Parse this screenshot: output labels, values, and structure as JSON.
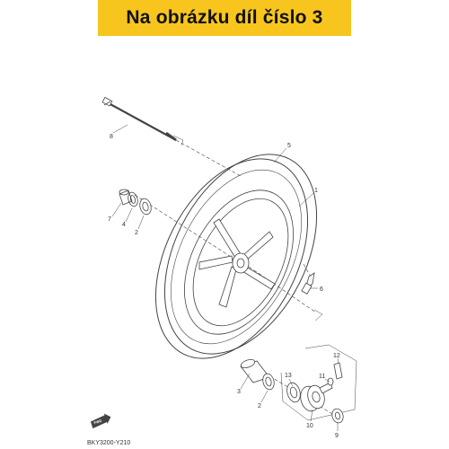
{
  "banner": {
    "text": "Na obrázku díl číslo 3",
    "color": "#f7c51e"
  },
  "diagram_code": "BKY3200-Y210",
  "fwd_badge": "FWD",
  "callouts": {
    "c1": "1",
    "c2a": "2",
    "c2b": "2",
    "c3": "3",
    "c4": "4",
    "c5": "5",
    "c6": "6",
    "c7": "7",
    "c8": "8",
    "c9": "9",
    "c10": "10",
    "c11": "11",
    "c12": "12",
    "c13": "13"
  }
}
